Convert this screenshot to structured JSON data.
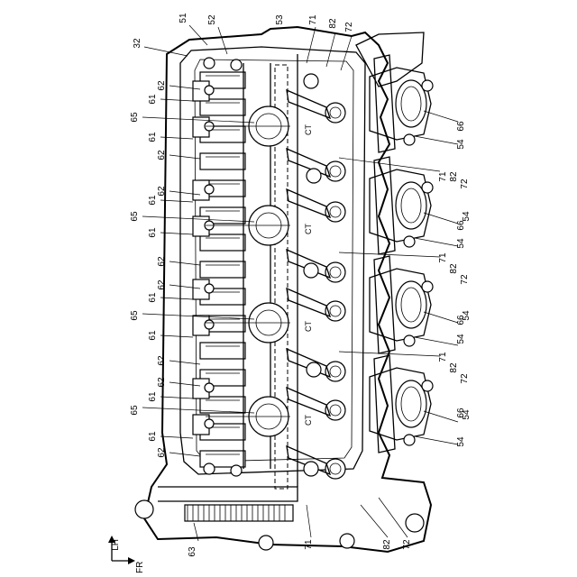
{
  "figure": {
    "part_numbers": {
      "n32": "32",
      "n51": "51",
      "n52": "52",
      "n53": "53",
      "n54": "54",
      "n61": "61",
      "n62": "62",
      "n63": "63",
      "n65": "65",
      "n66": "66",
      "n71": "71",
      "n72": "72",
      "n82": "82"
    },
    "cylinder_center_label": "CT",
    "direction": {
      "lh": "LH",
      "fr": "FR"
    }
  }
}
